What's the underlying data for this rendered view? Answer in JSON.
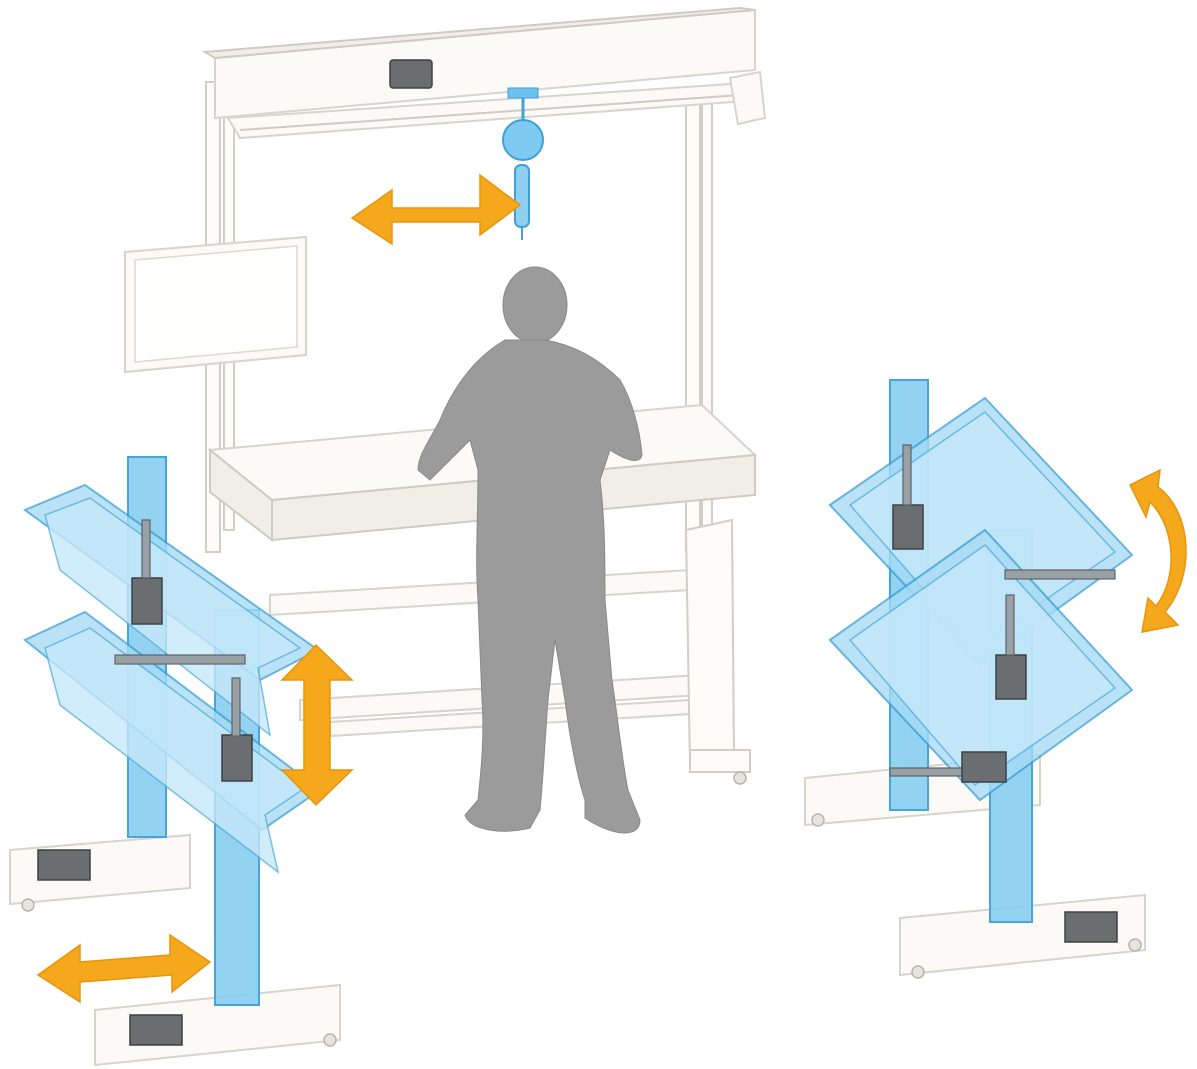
{
  "illustration": {
    "subject": "",
    "colors": {
      "background": "#ffffff",
      "frame": "#fbfaf6",
      "frame_stroke": "#d7d4cc",
      "adjustable_parts": "#8fd0f1",
      "adjustable_stroke": "#3fa1d8",
      "arrow": "#f5a81c",
      "person": "#9b9b9b",
      "mechanism": "#6b6e70"
    },
    "arrows": [
      {
        "icon": "double-arrow-horizontal",
        "meaning": "tool-balancer-slide"
      },
      {
        "icon": "double-arrow-vertical",
        "meaning": "shelf-height-adjust"
      },
      {
        "icon": "double-arrow-horizontal",
        "meaning": "rack-base-slide"
      },
      {
        "icon": "curved-double-arrow",
        "meaning": "shelf-tilt-adjust"
      }
    ]
  }
}
